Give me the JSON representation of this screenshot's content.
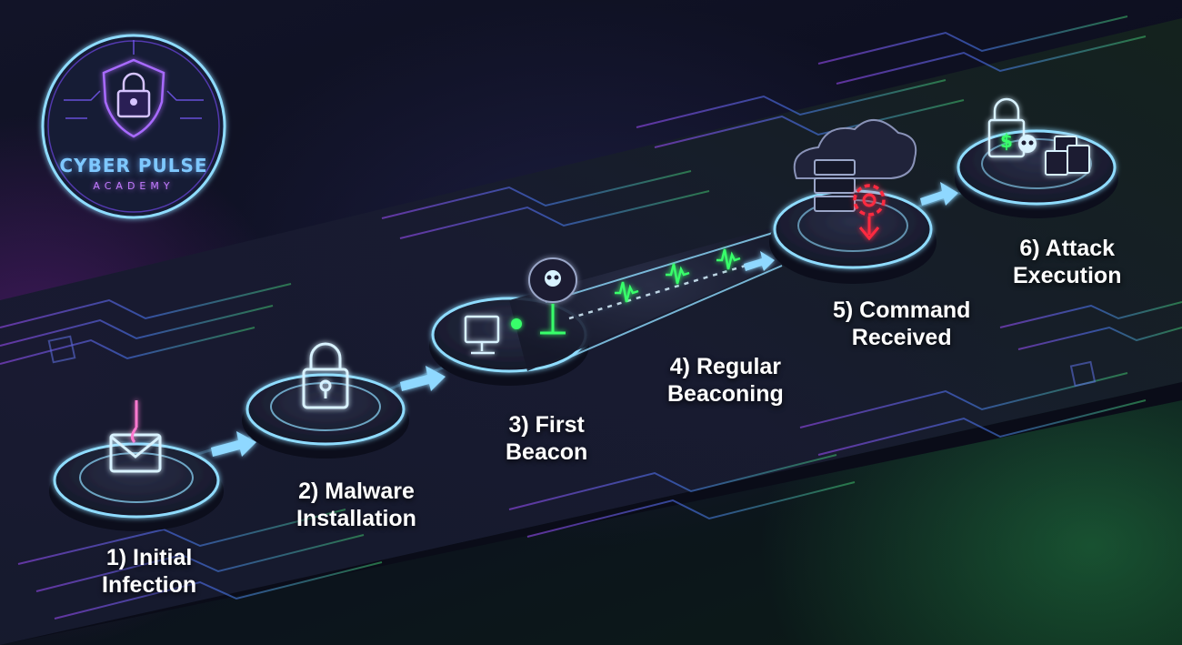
{
  "logo": {
    "title": "CYBER PULSE",
    "subtitle": "ACADEMY"
  },
  "steps": [
    {
      "line1": "1) Initial",
      "line2": "Infection",
      "icon": "email-phishing-hook-icon"
    },
    {
      "line1": "2) Malware",
      "line2": "Installation",
      "icon": "padlock-icon"
    },
    {
      "line1": "3) First",
      "line2": "Beacon",
      "icon": "computer-skull-beacon-icon"
    },
    {
      "line1": "4) Regular",
      "line2": "Beaconing",
      "icon": "signal-pulse-icon"
    },
    {
      "line1": "5) Command",
      "line2": "Received",
      "icon": "cloud-server-gear-icon"
    },
    {
      "line1": "6) Attack",
      "line2": "Execution",
      "icon": "ransom-lock-skull-documents-icon"
    }
  ],
  "colors": {
    "platform_glow": "#7fd4ff",
    "arrow": "#8fd8ff",
    "beacon_green": "#39ff6a",
    "command_red": "#ff2a40",
    "circuit_purple": "#8a4dff",
    "circuit_blue": "#4b7dff",
    "circuit_green": "#3fae5e"
  }
}
